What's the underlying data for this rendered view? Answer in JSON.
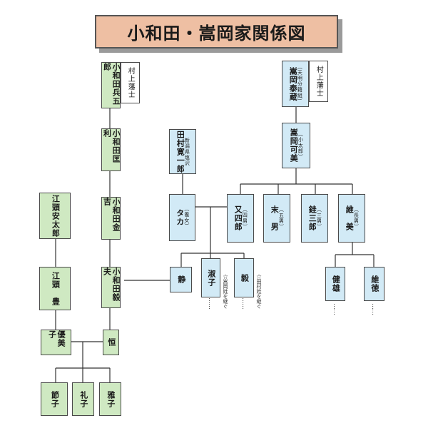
{
  "title": "小和田・嵩岡家関係図",
  "people": {
    "murakami_a": "村上藩士",
    "hyogoro": "小和田兵五郎",
    "kyori": "小和田匡利",
    "kinkichi": "小和田金吉",
    "takeo": "小和田毅夫",
    "hisashi": "恒",
    "etou_yasutaro": "江頭安太郎",
    "etou_yutaka": "江頭　豊",
    "yumiko": "優美子",
    "setsuko": "節子",
    "reiko": "礼子",
    "masako": "雅子",
    "tamura_kanichiro": "田村寛一郎",
    "tamura_note": "新潟県塩沢",
    "taka": "タカ",
    "taka_note": "（養女）",
    "shizuka": "静",
    "toshiko": "淑子",
    "tsuyoshi": "毅",
    "murakami_b": "村上藩士",
    "takaoka_yasuzou": "嵩岡泰蔵",
    "yasuzou_note": "（天明分籍組）",
    "takaoka_kahei": "嵩岡可美",
    "kahei_note": "（小太郎）",
    "matashiro": "又四郎",
    "matashiro_note": "（四男）",
    "sueo": "末　男",
    "sueo_note": "（五男）",
    "keisaburo": "銈三郎",
    "keisaburo_note": "（三男）",
    "koremi": "維　美",
    "koremi_note": "（長男）",
    "takeo_k": "健雄",
    "koretoku": "維徳"
  },
  "notes": {
    "toshiko": "☆嵩岡姓を継ぐ",
    "tsuyoshi": "☆田村姓を継ぐ"
  }
}
